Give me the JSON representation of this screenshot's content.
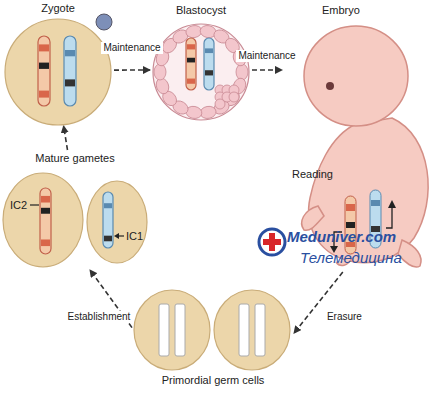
{
  "diagram": {
    "nodes": [
      {
        "text": [
          "Zygote"
        ]
      },
      {
        "text": [
          "Blastocyst"
        ]
      },
      {
        "text": [
          "Embryo",
          "Reading"
        ]
      },
      {
        "text": [
          "Mature gametes"
        ]
      },
      {
        "text": [
          "IC2"
        ],
        "in": 3
      },
      {
        "text": [
          "IC1"
        ],
        "in": 3
      },
      {
        "text": [
          "Primordial germ cells"
        ]
      }
    ],
    "edges": [
      {
        "from": 0,
        "to": 1,
        "label": "Maintenance",
        "arrow": "to"
      },
      {
        "from": 1,
        "to": 2,
        "label": "Maintenance",
        "arrow": "to"
      },
      {
        "from": 2,
        "to": 6,
        "label": "Erasure",
        "arrow": "to"
      },
      {
        "from": 6,
        "to": 3,
        "label": "Establishment",
        "arrow": "to"
      },
      {
        "from": 3,
        "to": 0,
        "arrow": "to"
      }
    ],
    "labels": [
      "Meduniver.com",
      "Телемедицина"
    ]
  }
}
